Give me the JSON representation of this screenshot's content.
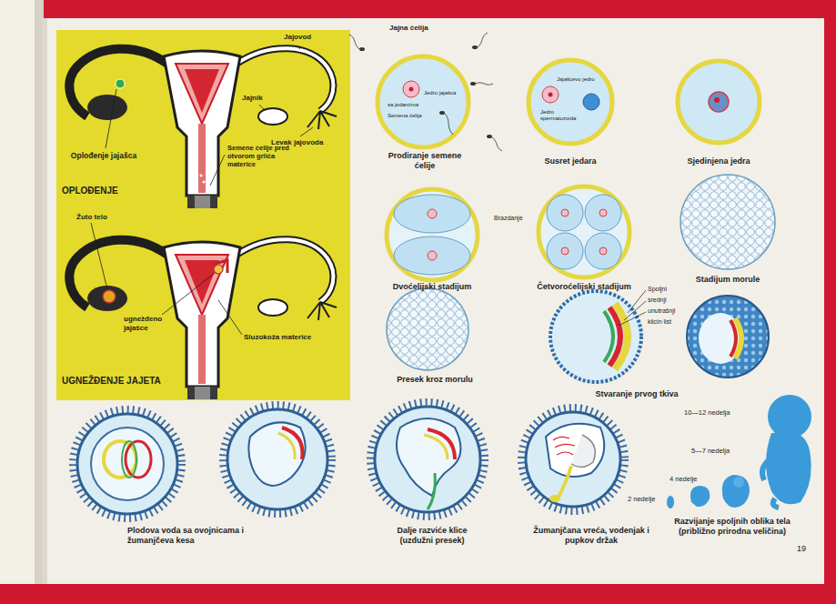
{
  "diagram": {
    "labels": [
      "Jajovod",
      "Jajnik",
      "Levak jajovoda",
      "Oplođenje jajašca",
      "Semene ćelije pred otvorom grlića materice",
      "OPLOĐENJE",
      "Žuto telo",
      "ugnežđeno jajašce",
      "Sluzokoža materice",
      "UGNEŽĐENJE JAJETA",
      "Jajna ćelija",
      "Jedro jajašca",
      "sa jedarcima",
      "Semena ćelija",
      "Prodiranje semene ćelije",
      "Jajašcevo jedro",
      "Jedro spermatozoida",
      "Susret jedara",
      "Sjedinjena jedra",
      "Brazdanje",
      "Dvoćelijski stadijum",
      "Četvoroćelijski stadijum",
      "Stadijum morule",
      "Presek kroz morulu",
      "Spoljni",
      "srednji",
      "unutrašnji",
      "klicin list",
      "Stvaranje prvog tkiva",
      "10—12 nedelja",
      "5—7 nedelja",
      "4 nedelje",
      "2 nedelje",
      "Plodova voda sa ovojnicama i žumanjčeva kesa",
      "Dalje razviće klice (uzdužni presek)",
      "Žumanjčana vreća, vodenjak i pupkov držak",
      "Razvijanje spoljnih oblika tela (približno prirodna veličina)",
      "19"
    ]
  }
}
